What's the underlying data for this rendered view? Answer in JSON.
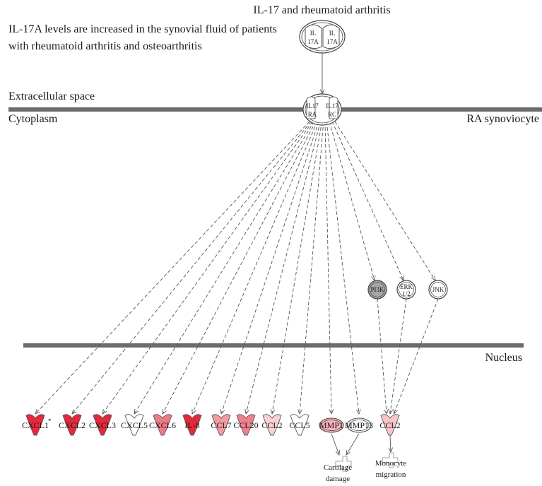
{
  "title": "IL-17 and rheumatoid arthritis",
  "description": "IL-17A levels are increased in the synovial fluid of patients with rheumatoid arthritis and osteoarthritis",
  "compartments": {
    "extracellular": "Extracellular space",
    "cytoplasm": "Cytoplasm",
    "cell_type": "RA synoviocyte",
    "nucleus": "Nucleus"
  },
  "ligand": {
    "labels": [
      "IL",
      "17A",
      "IL",
      "17A"
    ]
  },
  "receptor": {
    "labels": [
      "IL17",
      "RA",
      "IL17",
      "RC"
    ]
  },
  "kinases": [
    {
      "label": "PI3K",
      "fill": "#a6a6a6"
    },
    {
      "label": "ERK 1/2",
      "fill": "#ffffff"
    },
    {
      "label": "JNK",
      "fill": "#ffffff"
    }
  ],
  "genes": [
    {
      "label": "CXCL1",
      "fill": "#e8283f",
      "marker": "*"
    },
    {
      "label": "CXCL2",
      "fill": "#e02a3c"
    },
    {
      "label": "CXCL3",
      "fill": "#e02a3c"
    },
    {
      "label": "CXCL5",
      "fill": "#ffffff"
    },
    {
      "label": "CXCL6",
      "fill": "#f07a86"
    },
    {
      "label": "IL-8",
      "fill": "#e02a3c"
    },
    {
      "label": "CCL7",
      "fill": "#f39aa3"
    },
    {
      "label": "CCL20",
      "fill": "#f0808c"
    },
    {
      "label": "CCL2",
      "fill": "#fbd0d5"
    },
    {
      "label": "CCL5",
      "fill": "#ffffff"
    },
    {
      "label": "MMP1",
      "fill": "#f7b2bb"
    },
    {
      "label": "MMP13",
      "fill": "#ffffff"
    },
    {
      "label": "CCL2",
      "fill": "#f9c4ca"
    }
  ],
  "functions": [
    {
      "line1": "Cartilage",
      "line2": "damage"
    },
    {
      "line1": "Monocyte",
      "line2": "migration"
    }
  ],
  "colors": {
    "membrane": "#6b6b6b",
    "edge": "#555555",
    "outline": "#444444"
  }
}
